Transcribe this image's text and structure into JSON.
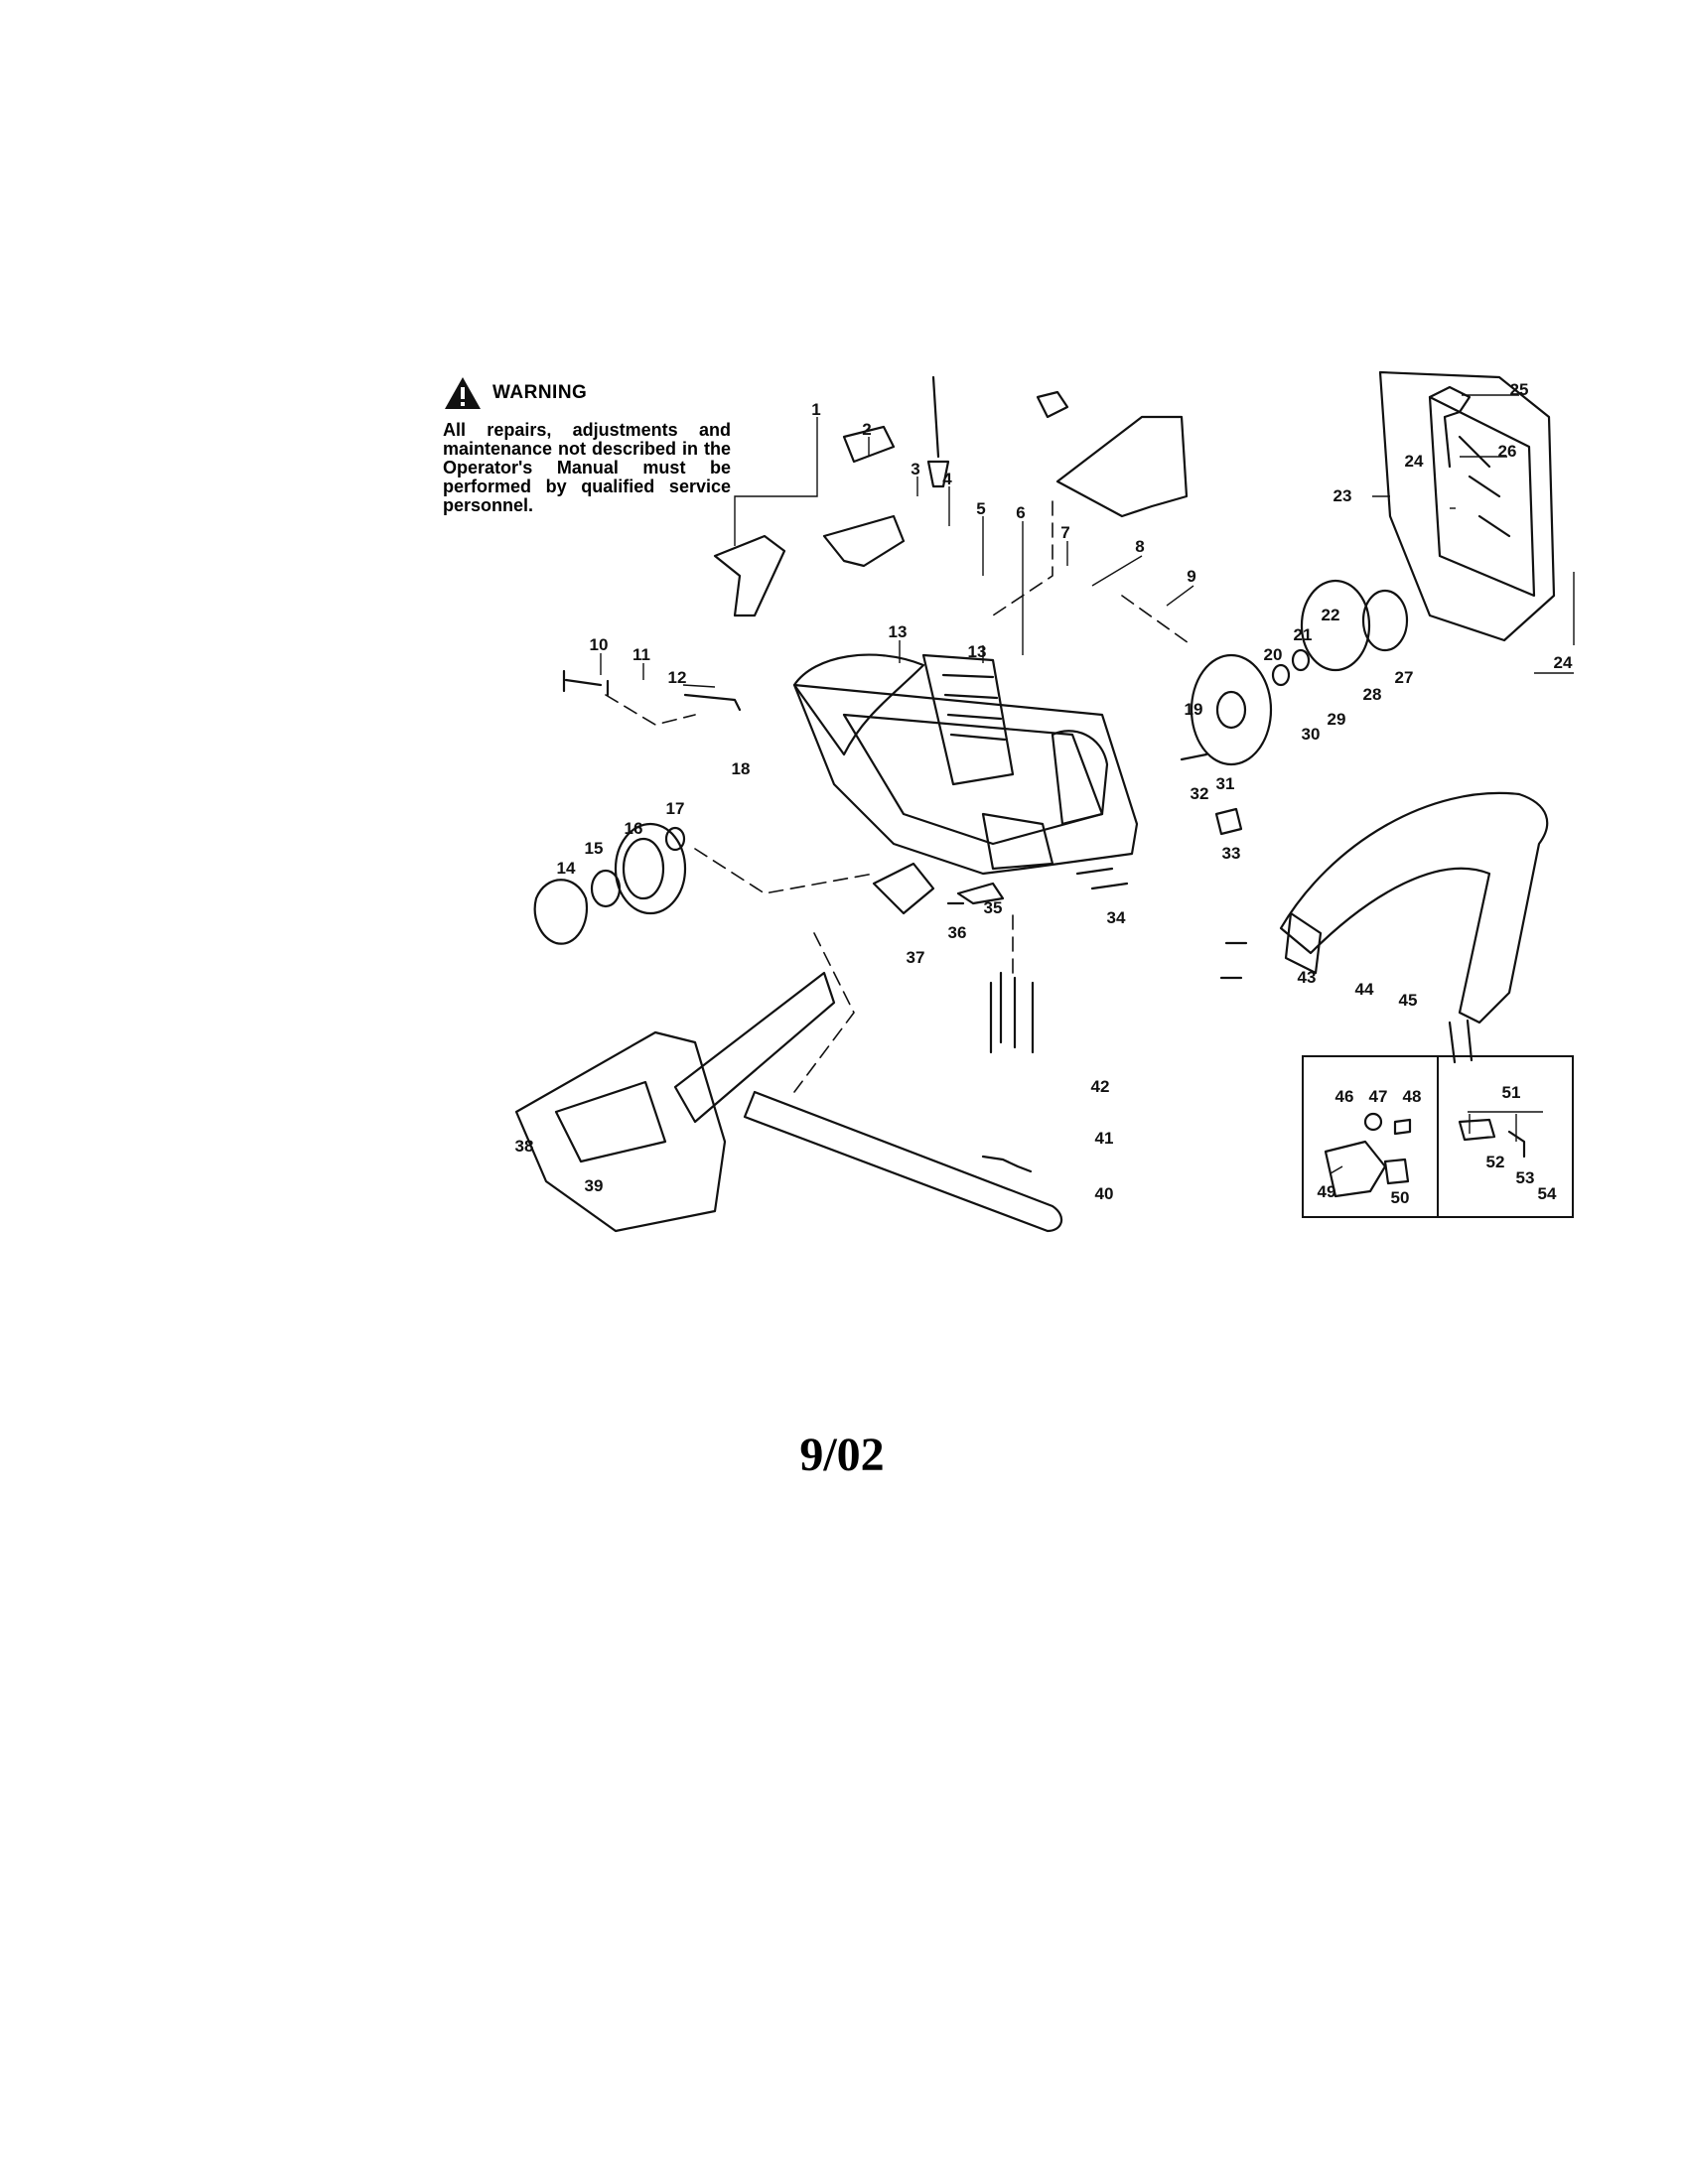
{
  "warning": {
    "heading": "WARNING",
    "icon": "warning-triangle-icon",
    "text": "All repairs, adjustments and maintenance not described in the Operator's Manual must be performed by qualified service personnel."
  },
  "footer": {
    "date": "9/02"
  },
  "part_numbers": [
    "1",
    "2",
    "3",
    "4",
    "5",
    "6",
    "7",
    "8",
    "9",
    "10",
    "11",
    "12",
    "13",
    "14",
    "15",
    "16",
    "17",
    "18",
    "19",
    "20",
    "21",
    "22",
    "23",
    "24",
    "25",
    "26",
    "27",
    "28",
    "29",
    "30",
    "31",
    "32",
    "33",
    "34",
    "35",
    "36",
    "37",
    "38",
    "39",
    "40",
    "41",
    "42",
    "43",
    "44",
    "45",
    "46",
    "47",
    "48",
    "49",
    "50",
    "51",
    "52",
    "53",
    "54"
  ]
}
